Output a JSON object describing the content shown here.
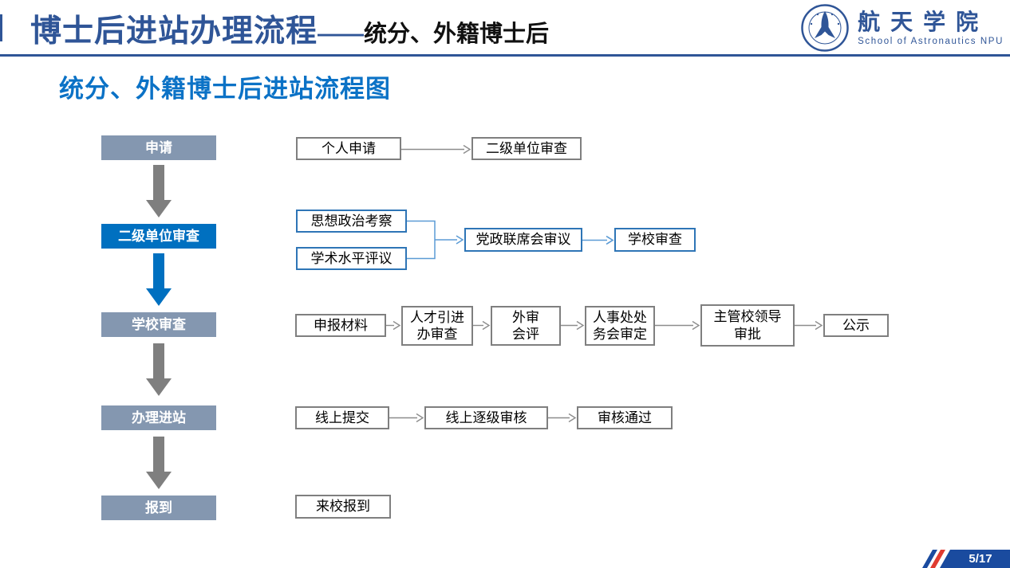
{
  "colors": {
    "title_blue": "#2F5597",
    "bright_blue": "#0070C0",
    "heading_blue": "#0B72C6",
    "stage_gray_blue": "#8497B0",
    "arrow_gray": "#7F7F7F",
    "box_border_gray": "#7F7F7F",
    "box_border_blue": "#2E75B6",
    "connector_blue": "#5B9BD5",
    "footer_bar_blue": "#1A4B9F",
    "footer_red": "#E03C31"
  },
  "header": {
    "title": "博士后进站办理流程",
    "title_dash": "——",
    "title_suffix": "统分、外籍博士后",
    "logo_cn": "航天学院",
    "logo_en": "School of Astronautics NPU"
  },
  "heading": "统分、外籍博士后进站流程图",
  "stages": [
    {
      "label": "申请",
      "highlighted": false
    },
    {
      "label": "二级单位审查",
      "highlighted": true
    },
    {
      "label": "学校审查",
      "highlighted": false
    },
    {
      "label": "办理进站",
      "highlighted": false
    },
    {
      "label": "报到",
      "highlighted": false
    }
  ],
  "flows": {
    "apply": [
      "个人申请",
      "二级单位审查"
    ],
    "unit_review_inputs": [
      "思想政治考察",
      "学术水平评议"
    ],
    "unit_review_steps": [
      "党政联席会审议",
      "学校审查"
    ],
    "school_review": [
      "申报材料",
      "人才引进\n办审查",
      "外审\n会评",
      "人事处处\n务会审定",
      "主管校领导\n审批",
      "公示"
    ],
    "entry": [
      "线上提交",
      "线上逐级审核",
      "审核通过"
    ],
    "report": [
      "来校报到"
    ]
  },
  "footer": {
    "page_number": "5/17"
  }
}
